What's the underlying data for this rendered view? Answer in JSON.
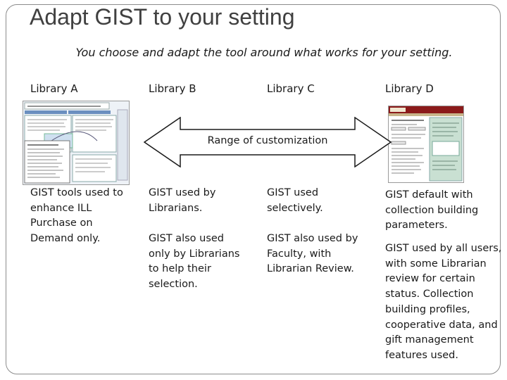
{
  "slide": {
    "title": "Adapt GIST to your setting",
    "subtitle": "You choose and adapt the tool around what works for your setting."
  },
  "libraries": [
    {
      "name": "Library A",
      "descriptions": [
        "GIST tools used to enhance ILL Purchase on Demand only."
      ]
    },
    {
      "name": "Library B",
      "descriptions": [
        "GIST used by Librarians.",
        "GIST also used only by Librarians to help their selection."
      ]
    },
    {
      "name": "Library C",
      "descriptions": [
        "GIST used selectively.",
        "GIST also used by Faculty, with Librarian Review."
      ]
    },
    {
      "name": "Library D",
      "descriptions": [
        "GIST default with collection building parameters.",
        "GIST used by all users, with some Librarian review for certain status.  Collection building profiles, cooperative data, and gift management features used."
      ]
    }
  ],
  "arrow": {
    "label": "Range of customization"
  },
  "colors": {
    "title": "#404040",
    "frame": "#8c8c8c",
    "text": "#1a1a1a",
    "screenshot_accent": "#8b1a1a"
  }
}
